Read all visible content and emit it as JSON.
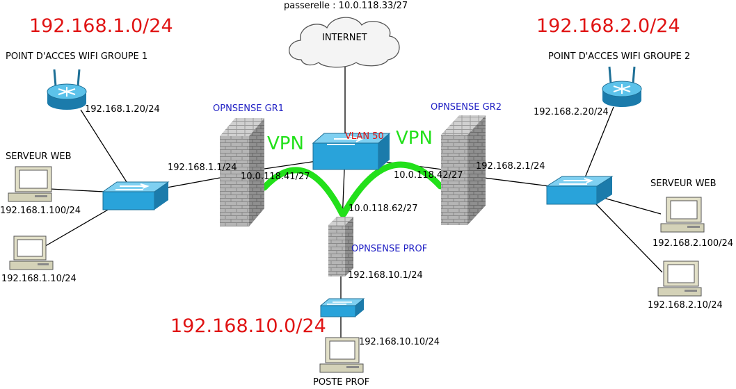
{
  "colors": {
    "subnet": "#e01414",
    "device": "#1f1fc4",
    "vlan": "#e01414",
    "vpn": "#22e01a",
    "switch": "#29a3da",
    "line": "#000000"
  },
  "subnets": {
    "gr1": "192.168.1.0/24",
    "gr2": "192.168.2.0/24",
    "prof": "192.168.10.0/24"
  },
  "internet": {
    "gateway": "passerelle : 10.0.118.33/27",
    "label": "INTERNET"
  },
  "vlan": "VLAN 50",
  "vpn": {
    "left": "VPN",
    "right": "VPN"
  },
  "gr1": {
    "ap_label": "POINT D'ACCES WIFI GROUPE 1",
    "ap_ip": "192.168.1.20/24",
    "web_label": "SERVEUR WEB",
    "web_ip": "192.168.1.100/24",
    "pc_ip": "192.168.1.10/24",
    "firewall_label": "OPNSENSE GR1",
    "lan_ip": "192.168.1.1/24",
    "wan_ip": "10.0.118.41/27"
  },
  "gr2": {
    "ap_label": "POINT D'ACCES WIFI GROUPE 2",
    "ap_ip": "192.168.2.20/24",
    "web_label": "SERVEUR WEB",
    "web_ip": "192.168.2.100/24",
    "pc_ip": "192.168.2.10/24",
    "firewall_label": "OPNSENSE GR2",
    "lan_ip": "192.168.2.1/24",
    "wan_ip": "10.0.118.42/27"
  },
  "prof": {
    "firewall_label": "OPNSENSE PROF",
    "wan_ip": "10.0.118.62/27",
    "lan_ip": "192.168.10.1/24",
    "pc_ip": "192.168.10.10/24",
    "pc_label": "POSTE PROF"
  }
}
